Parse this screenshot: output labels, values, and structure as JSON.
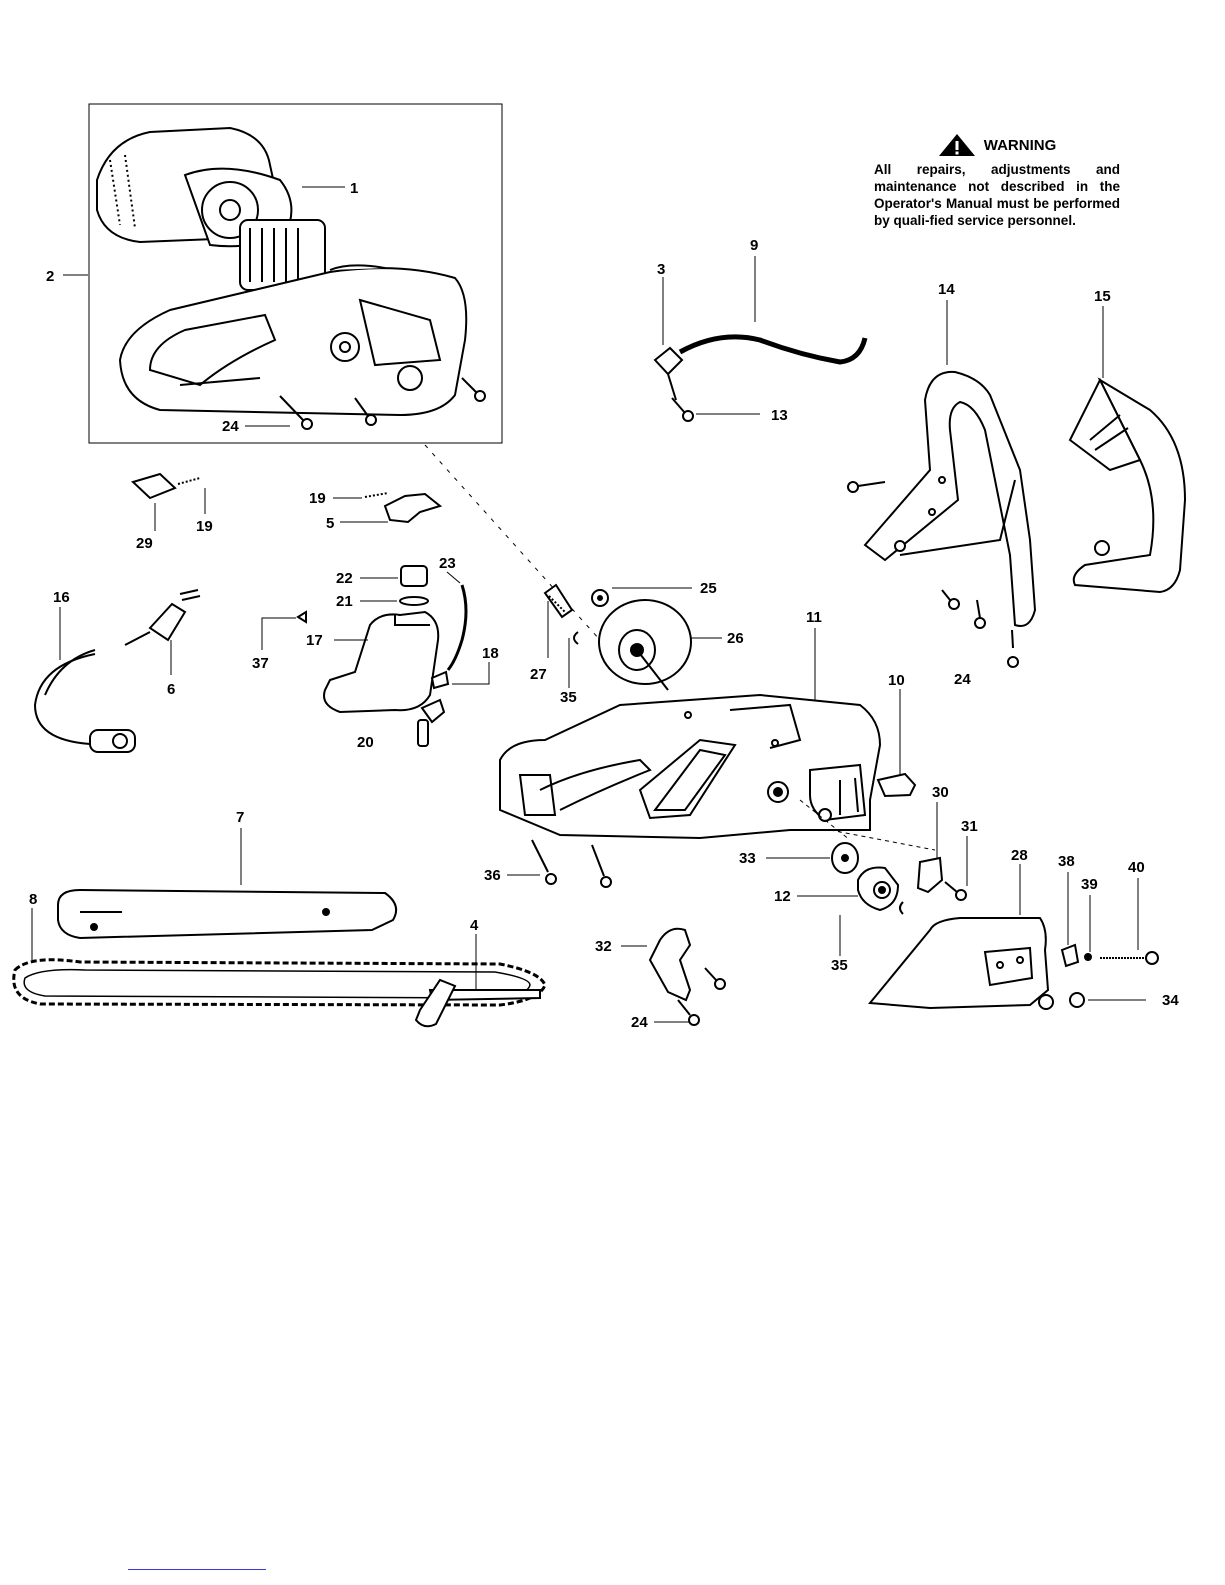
{
  "warning": {
    "title": "WARNING",
    "body": "All repairs, adjustments and maintenance not described in the Operator's Manual must be performed by quali-fied service personnel."
  },
  "callouts": {
    "c1": "1",
    "c2": "2",
    "c3": "3",
    "c4": "4",
    "c5": "5",
    "c6": "6",
    "c7": "7",
    "c8": "8",
    "c9": "9",
    "c10": "10",
    "c11": "11",
    "c12": "12",
    "c13": "13",
    "c14": "14",
    "c15": "15",
    "c16": "16",
    "c17": "17",
    "c18": "18",
    "c19a": "19",
    "c19b": "19",
    "c20": "20",
    "c21": "21",
    "c22": "22",
    "c23": "23",
    "c24a": "24",
    "c24b": "24",
    "c24c": "24",
    "c25": "25",
    "c26": "26",
    "c27": "27",
    "c28": "28",
    "c29": "29",
    "c30": "30",
    "c31": "31",
    "c32": "32",
    "c33": "33",
    "c34": "34",
    "c35a": "35",
    "c35b": "35",
    "c36": "36",
    "c37": "37",
    "c38": "38",
    "c39": "39",
    "c40": "40"
  },
  "colors": {
    "line": "#000000",
    "background": "#ffffff",
    "accent": "#3a3ad8"
  }
}
